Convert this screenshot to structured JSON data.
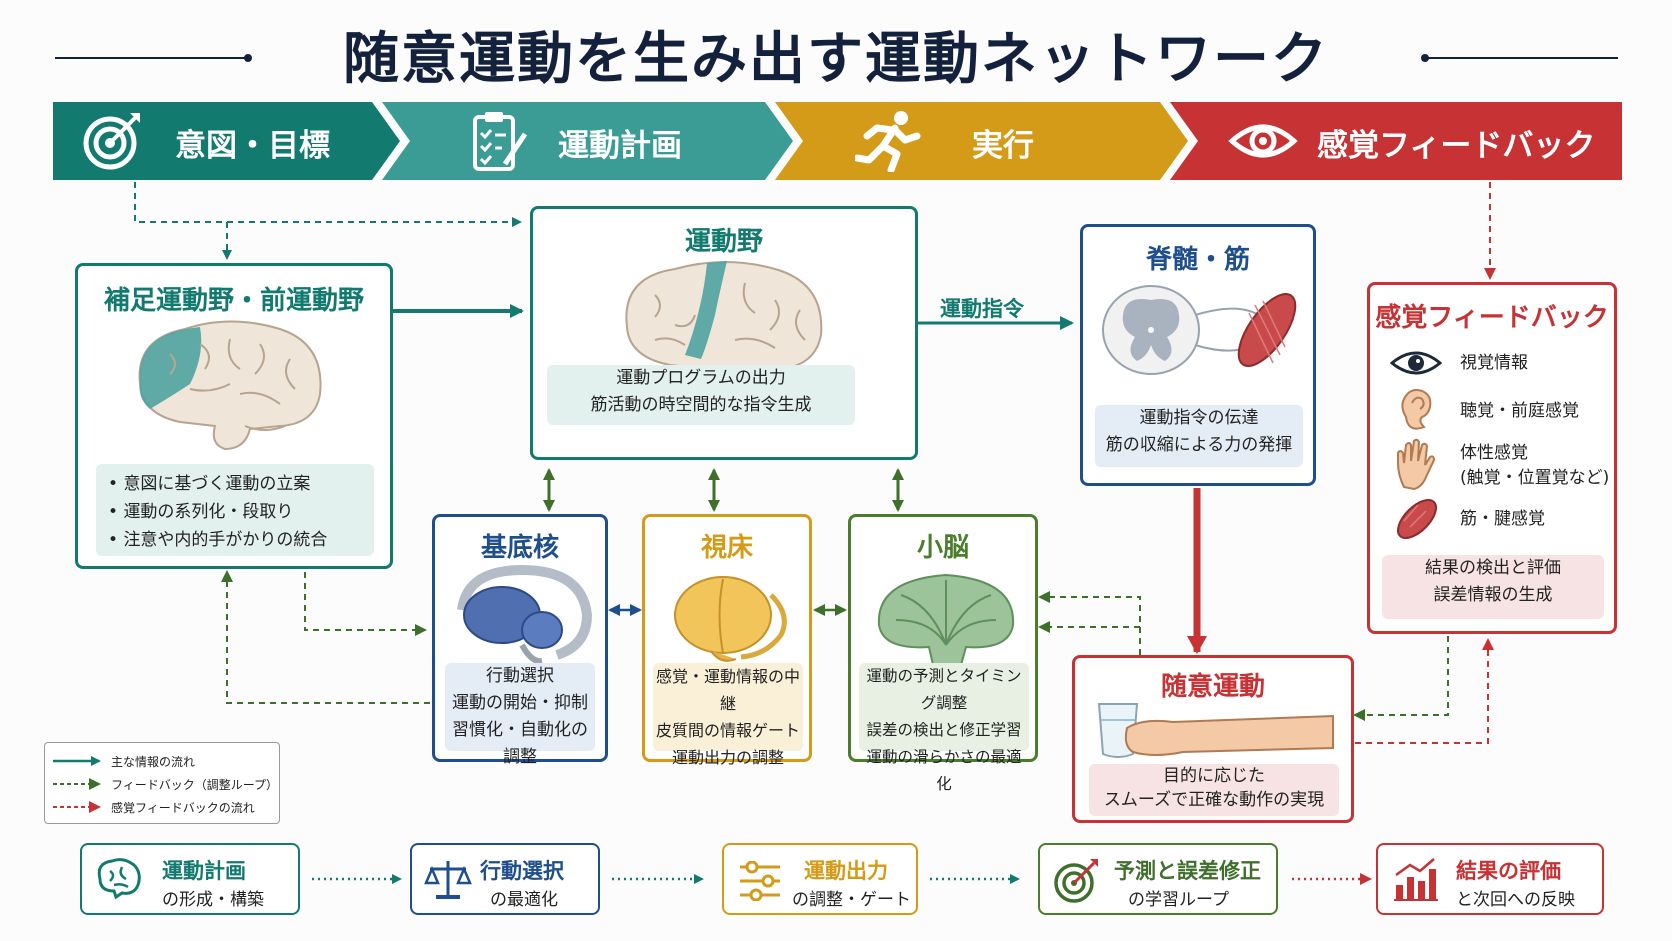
{
  "title": "随意運動を生み出す運動ネットワーク",
  "colors": {
    "teal": "#127a6f",
    "teal_light": "#3b9c95",
    "gold": "#d39b17",
    "red": "#c73235",
    "navy": "#1f4e8c",
    "green": "#4a7d2c",
    "olive": "#3e6f2b"
  },
  "stages": [
    {
      "label": "意図・目標",
      "icon": "target-icon"
    },
    {
      "label": "運動計画",
      "icon": "clipboard-icon"
    },
    {
      "label": "実行",
      "icon": "runner-icon"
    },
    {
      "label": "感覚フィードバック",
      "icon": "eye-icon"
    }
  ],
  "sma": {
    "title": "補足運動野・前運動野",
    "bullets": [
      "意図に基づく運動の立案",
      "運動の系列化・段取り",
      "注意や内的手がかりの統合"
    ]
  },
  "motor": {
    "title": "運動野",
    "lines": [
      "運動プログラムの出力",
      "筋活動の時空間的な指令生成"
    ]
  },
  "motor_command": "運動指令",
  "spinal": {
    "title": "脊髄・筋",
    "lines": [
      "運動指令の伝達",
      "筋の収縮による力の発揮"
    ]
  },
  "sensory": {
    "title": "感覚フィードバック",
    "items": [
      {
        "label": "視覚情報",
        "icon": "eye-icon"
      },
      {
        "label": "聴覚・前庭感覚",
        "icon": "ear-icon"
      },
      {
        "label": "体性感覚",
        "sub": "(触覚・位置覚など)",
        "icon": "hand-icon"
      },
      {
        "label": "筋・腱感覚",
        "icon": "muscle-icon"
      }
    ],
    "lines": [
      "結果の検出と評価",
      "誤差情報の生成"
    ]
  },
  "basal": {
    "title": "基底核",
    "lines": [
      "行動選択",
      "運動の開始・抑制",
      "習慣化・自動化の調整"
    ]
  },
  "thalamus": {
    "title": "視床",
    "lines": [
      "感覚・運動情報の中継",
      "皮質間の情報ゲート",
      "運動出力の調整"
    ]
  },
  "cerebellum": {
    "title": "小脳",
    "lines": [
      "運動の予測とタイミング調整",
      "誤差の検出と修正学習",
      "運動の滑らかさの最適化"
    ]
  },
  "voluntary": {
    "title": "随意運動",
    "lines": [
      "目的に応じた",
      "スムーズで正確な動作の実現"
    ]
  },
  "legend": [
    "主な情報の流れ",
    "フィードバック（調整ループ）",
    "感覚フィードバックの流れ"
  ],
  "bottom": [
    {
      "title": "運動計画",
      "sub": "の形成・構築",
      "icon": "brain-icon"
    },
    {
      "title": "行動選択",
      "sub": "の最適化",
      "icon": "scale-icon"
    },
    {
      "title": "運動出力",
      "sub": "の調整・ゲート",
      "icon": "sliders-icon"
    },
    {
      "title": "予測と誤差修正",
      "sub": "の学習ループ",
      "icon": "target-icon"
    },
    {
      "title": "結果の評価",
      "sub": "と次回への反映",
      "icon": "chart-icon"
    }
  ]
}
